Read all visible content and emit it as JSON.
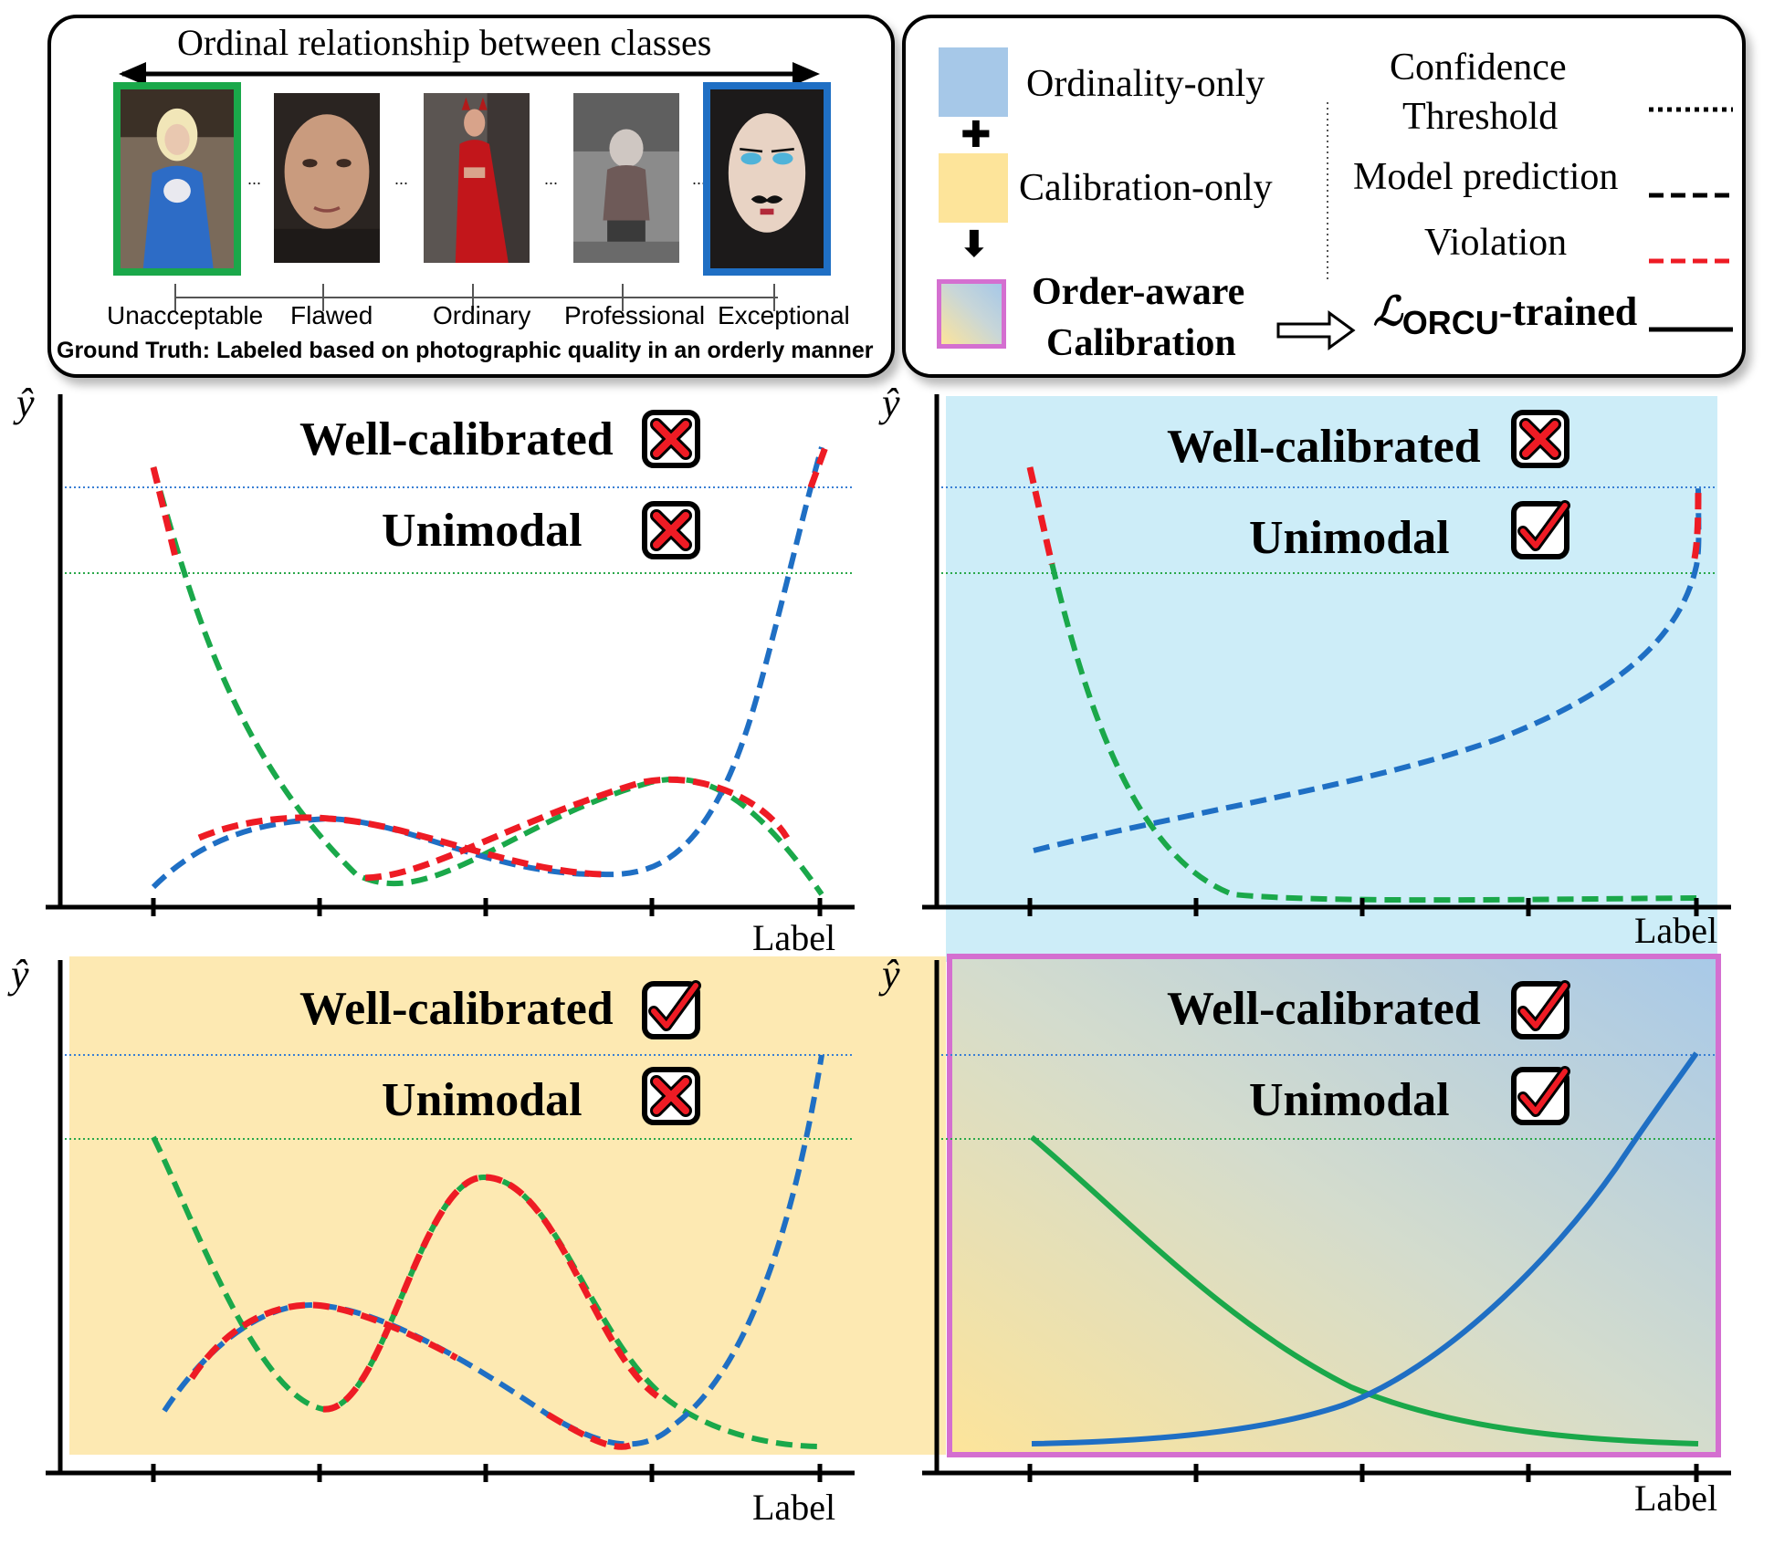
{
  "top_left": {
    "arrow_title": "Ordinal relationship between classes",
    "classes": [
      "Unacceptable",
      "Flawed",
      "Ordinary",
      "Professional",
      "Exceptional"
    ],
    "ellipsis": "...",
    "ground_truth": "Ground Truth: Labeled based on photographic quality in an orderly manner",
    "colors": {
      "first_frame": "#1aa84a",
      "last_frame": "#1f6fc4"
    }
  },
  "legend": {
    "ordinality_only": "Ordinality-only",
    "calibration_only": "Calibration-only",
    "order_aware_line1": "Order-aware",
    "order_aware_line2": "Calibration",
    "confidence_line1": "Confidence",
    "confidence_line2": "Threshold",
    "model_prediction": "Model prediction",
    "violation": "Violation",
    "orcu_symbol": "ℒ",
    "orcu_subscript": "ORCU",
    "orcu_suffix": "-trained",
    "colors": {
      "ordinality": "#a6c8e8",
      "calibration": "#fde49a",
      "order_aware_border": "#d46fd0",
      "violation": "#ee1b24"
    }
  },
  "panels": [
    {
      "id": "top-left",
      "well_calibrated": "Well-calibrated",
      "unimodal": "Unimodal",
      "well_calibrated_ok": false,
      "unimodal_ok": false,
      "y_label": "ŷ",
      "x_label": "Label",
      "background": "#ffffff"
    },
    {
      "id": "top-right",
      "well_calibrated": "Well-calibrated",
      "unimodal": "Unimodal",
      "well_calibrated_ok": false,
      "unimodal_ok": true,
      "y_label": "ŷ",
      "x_label": "Label",
      "background": "#cdedf8"
    },
    {
      "id": "bottom-left",
      "well_calibrated": "Well-calibrated",
      "unimodal": "Unimodal",
      "well_calibrated_ok": true,
      "unimodal_ok": false,
      "y_label": "ŷ",
      "x_label": "Label",
      "background": "#fde9b2"
    },
    {
      "id": "bottom-right",
      "well_calibrated": "Well-calibrated",
      "unimodal": "Unimodal",
      "well_calibrated_ok": true,
      "unimodal_ok": true,
      "y_label": "ŷ",
      "x_label": "Label",
      "background": "order-aware-gradient"
    }
  ],
  "series_colors": {
    "green": "#1aa84a",
    "blue": "#1f6fc4",
    "red": "#ee1b24",
    "threshold_blue": "#3a7fd5",
    "threshold_green": "#2aa84a"
  }
}
